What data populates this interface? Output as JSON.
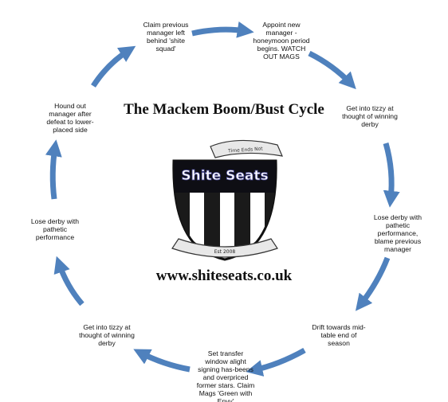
{
  "diagram": {
    "title": "The Mackem Boom/Bust Cycle",
    "website": "www.shiteseats.co.uk",
    "logo": {
      "name": "Shite Seats",
      "tagline": "Time Ends Not",
      "established": "Est 2008"
    },
    "arrow_color": "#4f81bd",
    "steps": [
      "Appoint new\nmanager -\nhoneymoon period\nbegins. WATCH\nOUT MAGS",
      "Get into tizzy at\nthought of winning\nderby",
      "Lose derby with\npathetic\nperformance,\nblame previous\nmanager",
      "Drift towards mid-\ntable end of\nseason",
      "Set transfer\nwindow alight\nsigning has-beens\nand overpriced\nformer stars. Claim\nMags 'Green with\nEnvy'",
      "Get into tizzy at\nthought of winning\nderby",
      "Lose derby with\npathetic\nperformance",
      "Hound out\nmanager after\ndefeat to lower-\nplaced side",
      "Claim previous\nmanager left\nbehind 'shite\nsquad'"
    ]
  }
}
